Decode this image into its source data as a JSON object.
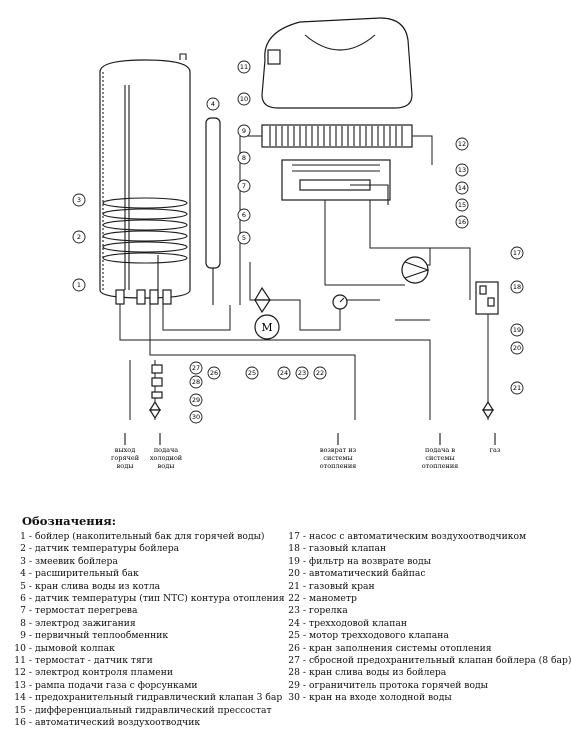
{
  "ports": {
    "hot_out": [
      "выход",
      "горячей",
      "воды"
    ],
    "cold_in": [
      "подача",
      "холодной",
      "воды"
    ],
    "heat_return": [
      "возврат из",
      "системы",
      "отопления"
    ],
    "heat_supply": [
      "подача в",
      "системы",
      "отопления"
    ],
    "gas": [
      "газ"
    ]
  },
  "motor_label": "M",
  "legend": {
    "title": "Обозначения:",
    "items": [
      {
        "num": "1 -",
        "text": "бойлер (накопительный бак для горячей воды)"
      },
      {
        "num": "2 -",
        "text": "датчик температуры бойлера"
      },
      {
        "num": "3 -",
        "text": "змеевик бойлера"
      },
      {
        "num": "4 -",
        "text": "расширительный бак"
      },
      {
        "num": "5 -",
        "text": "кран слива воды из котла"
      },
      {
        "num": "6 -",
        "text": "датчик температуры (тип NTC) контура отопления"
      },
      {
        "num": "7 -",
        "text": "термостат перегрева"
      },
      {
        "num": "8 -",
        "text": "электрод зажигания"
      },
      {
        "num": "9 -",
        "text": "первичный теплообменник"
      },
      {
        "num": "10 -",
        "text": "дымовой колпак"
      },
      {
        "num": "11 -",
        "text": "термостат - датчик тяги"
      },
      {
        "num": "12 -",
        "text": "электрод контроля пламени"
      },
      {
        "num": "13 -",
        "text": "рампа подачи газа с форсунками"
      },
      {
        "num": "14 -",
        "text": "предохранительный гидравлический клапан 3 бар"
      },
      {
        "num": "15 -",
        "text": "дифференциальный гидравлический прессостат"
      },
      {
        "num": "16 -",
        "text": "автоматический воздухоотводчик"
      },
      {
        "num": "17 -",
        "text": "насос с автоматическим воздухоотводчиком"
      },
      {
        "num": "18 -",
        "text": "газовый клапан"
      },
      {
        "num": "19 -",
        "text": "фильтр на возврате воды"
      },
      {
        "num": "20 -",
        "text": "автоматический байпас"
      },
      {
        "num": "21 -",
        "text": "газовый кран"
      },
      {
        "num": "22 -",
        "text": "манометр"
      },
      {
        "num": "23 -",
        "text": "горелка"
      },
      {
        "num": "24 -",
        "text": "трехходовой клапан"
      },
      {
        "num": "25 -",
        "text": "мотор трехходового клапана"
      },
      {
        "num": "26 -",
        "text": "кран заполнения системы отопления"
      },
      {
        "num": "27 -",
        "text": "сбросной предохранительный клапан бойлера (8 бар)"
      },
      {
        "num": "28 -",
        "text": "кран слива воды из бойлера"
      },
      {
        "num": "29 -",
        "text": "ограничитель протока горячей воды"
      },
      {
        "num": "30 -",
        "text": "кран на входе холодной воды"
      }
    ]
  }
}
